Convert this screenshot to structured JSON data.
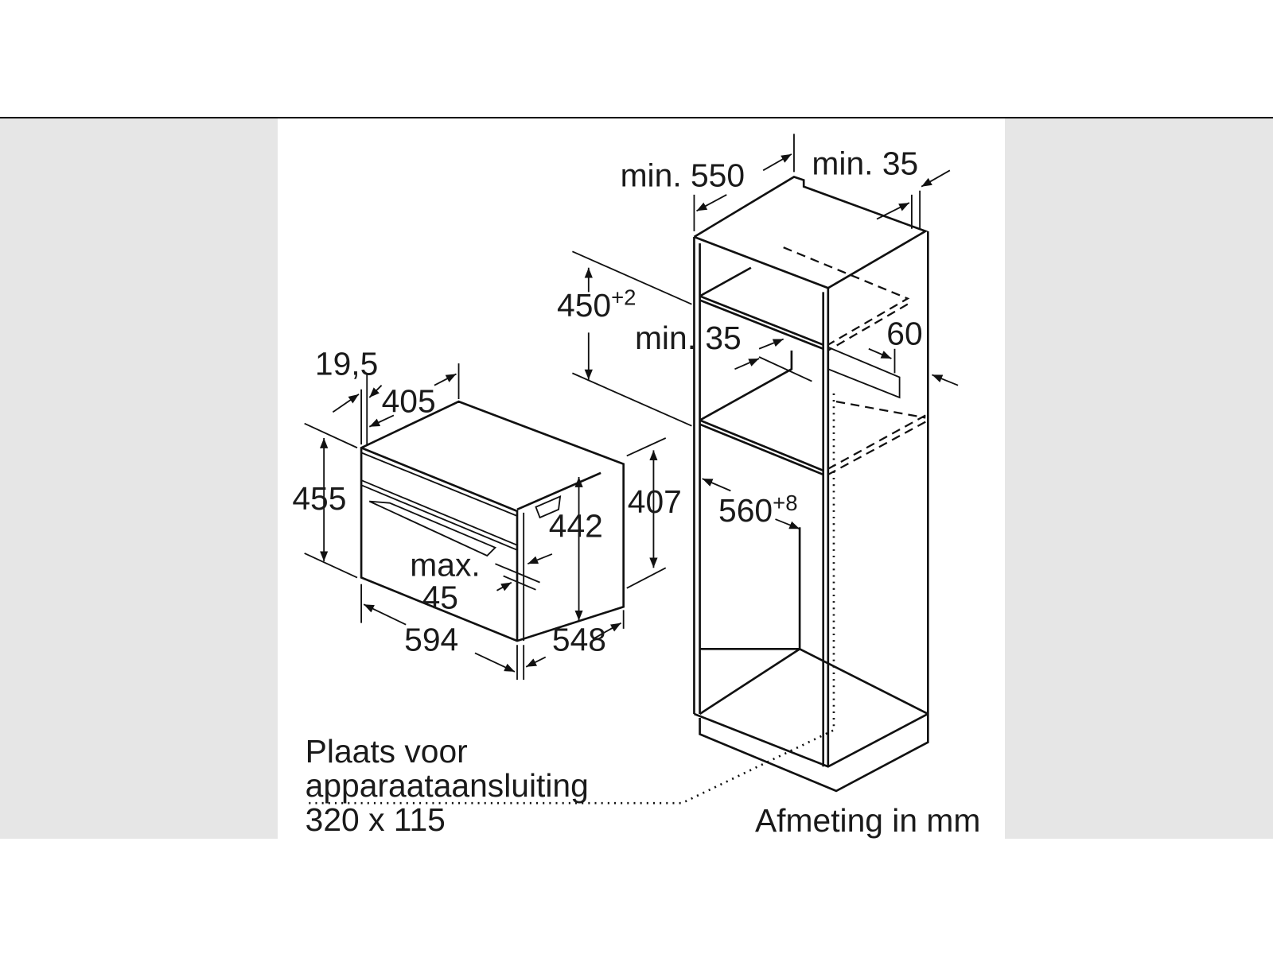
{
  "oven": {
    "depth_front_panel": "19,5",
    "depth_body_top": "405",
    "height_total": "455",
    "height_front": "442",
    "height_body": "407",
    "max_label": "max.",
    "max_value": "45",
    "width": "594",
    "depth": "548"
  },
  "cabinet": {
    "min_depth": "min. 550",
    "min_gap_back": "min. 35",
    "niche_height": "450",
    "niche_height_tol": "+2",
    "min_gap_shelf": "min. 35",
    "vent_depth": "60",
    "niche_width": "560",
    "niche_width_tol": "+8"
  },
  "notes": {
    "connection_line1": "Plaats voor",
    "connection_line2": "apparaataansluiting",
    "connection_line3": "320 x 115",
    "unit_note": "Afmeting in mm"
  }
}
